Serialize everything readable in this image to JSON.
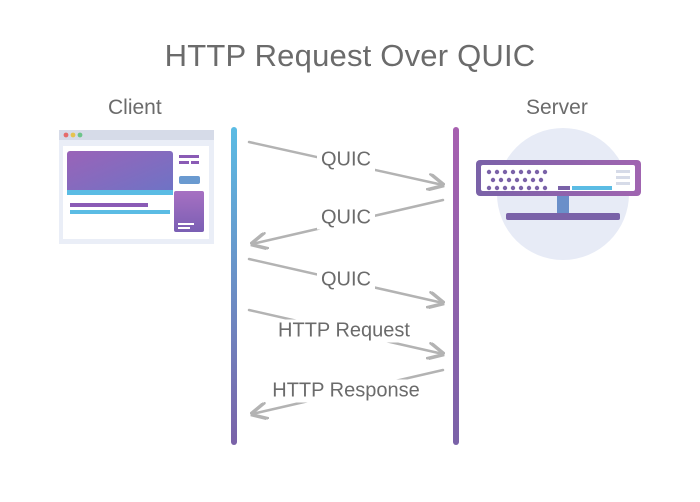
{
  "title": "HTTP Request Over QUIC",
  "actors": {
    "client": "Client",
    "server": "Server"
  },
  "messages": [
    {
      "label": "QUIC",
      "direction": "client-to-server"
    },
    {
      "label": "QUIC",
      "direction": "server-to-client"
    },
    {
      "label": "QUIC",
      "direction": "client-to-server"
    },
    {
      "label": "HTTP Request",
      "direction": "client-to-server"
    },
    {
      "label": "HTTP Response",
      "direction": "server-to-client"
    }
  ],
  "colors": {
    "text": "#6b6b6b",
    "arrow": "#b3b3b3",
    "line_top": "#5bbce4",
    "line_bottom": "#7a62a8",
    "server_line": "#a064b0",
    "accent_purple": "#8a5bb5",
    "accent_blue": "#5bbce4"
  }
}
